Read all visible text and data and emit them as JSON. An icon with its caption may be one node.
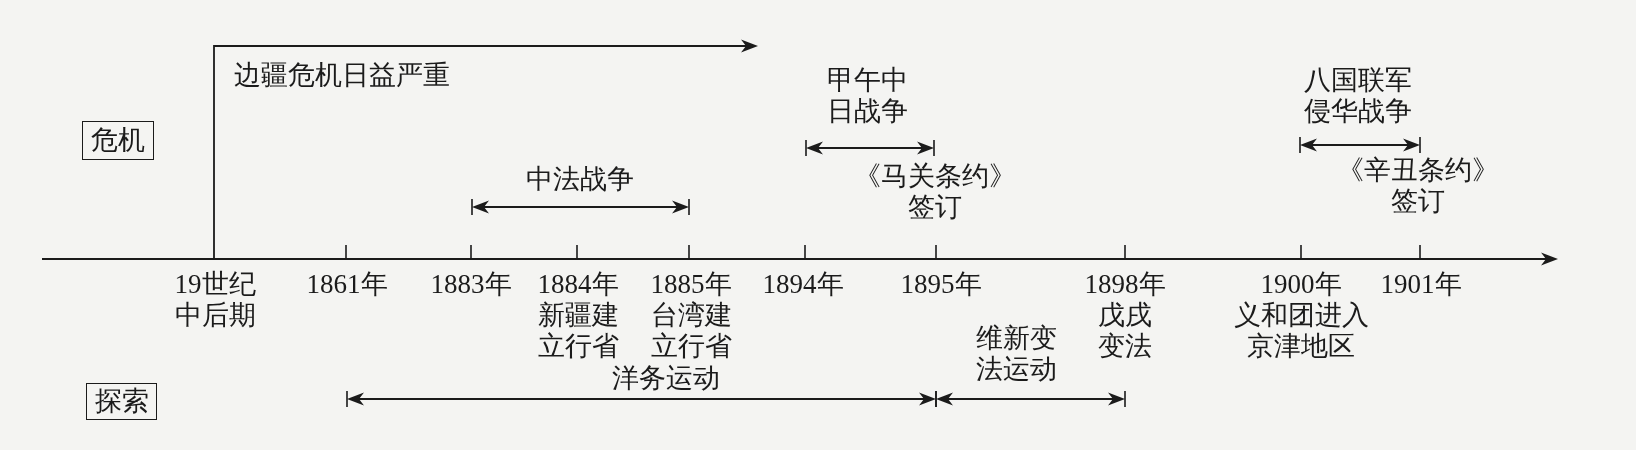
{
  "diagram": {
    "nodes": [
      {
        "text": [
          "危机"
        ]
      },
      {
        "text": [
          "探索"
        ]
      }
    ],
    "labels": [
      "边疆危机日益严重",
      "甲午中日战争",
      "八国联军侵华战争",
      "中法战争",
      "《马关条约》签订",
      "《辛丑条约》签订",
      "19世纪中后期",
      "1861年",
      "1883年",
      "1884年",
      "1885年",
      "1894年",
      "1895年",
      "1898年",
      "1900年",
      "1901年",
      "新疆建立行省",
      "台湾建立行省",
      "维新变法运动",
      "戊戌变法",
      "义和团进入京津地区",
      "洋务运动"
    ]
  }
}
